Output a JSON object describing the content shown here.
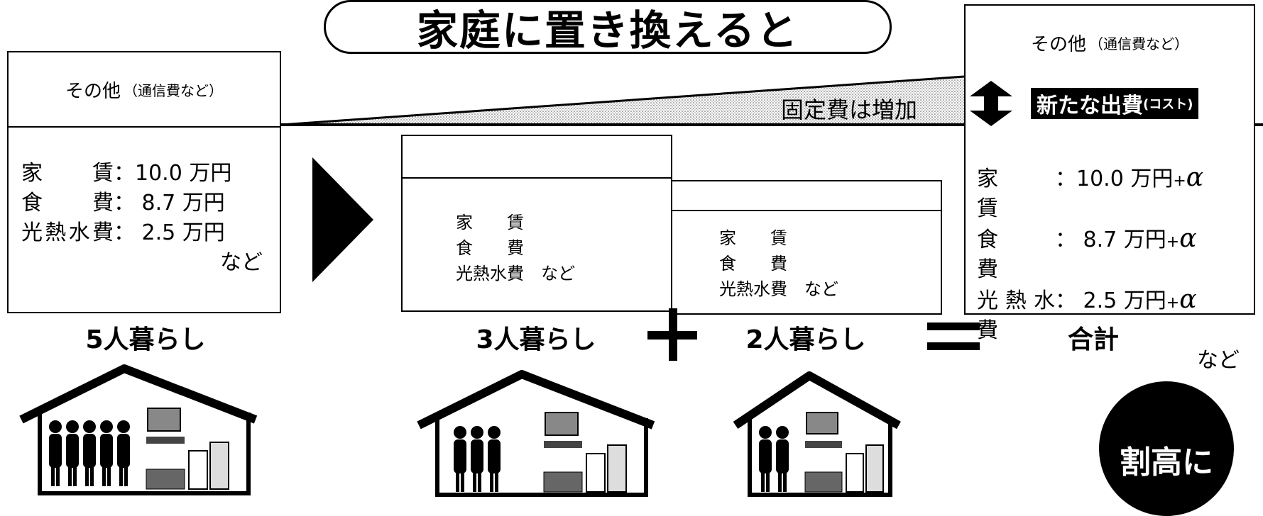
{
  "title": "家庭に置き換えると",
  "left_box": {
    "header": "その他",
    "header_note": "（通信費など）",
    "rows": [
      {
        "label": "家　　賃",
        "value": "：10.0 万円"
      },
      {
        "label": "食　　費",
        "value": "：  8.7 万円"
      },
      {
        "label": "光熱水費",
        "value": "：  2.5 万円"
      }
    ],
    "etc": "など"
  },
  "fixed_cost_label": "固定費は増加",
  "new_cost_label": "新たな出費",
  "new_cost_note": "(コスト)",
  "box3": {
    "items": [
      "家　　賃",
      "食　　費",
      "光熱水費　など"
    ]
  },
  "box2": {
    "items": [
      "家　　賃",
      "食　　費",
      "光熱水費　など"
    ]
  },
  "right_box": {
    "header": "その他",
    "header_note": "（通信費など）",
    "rows": [
      {
        "label": "家　　賃",
        "value": "：10.0 万円",
        "plus": "+",
        "alpha": "α"
      },
      {
        "label": "食　　費",
        "value": "：  8.7 万円",
        "plus": "+",
        "alpha": "α"
      },
      {
        "label": "光熱水費",
        "value": "：  2.5 万円",
        "plus": "+",
        "alpha": "α"
      }
    ],
    "etc": "など"
  },
  "captions": {
    "five": "5人暮らし",
    "three": "3人暮らし",
    "two": "2人暮らし",
    "total": "合計"
  },
  "operators": {
    "plus": "＋",
    "equals": "＝"
  },
  "badge": "割高に"
}
